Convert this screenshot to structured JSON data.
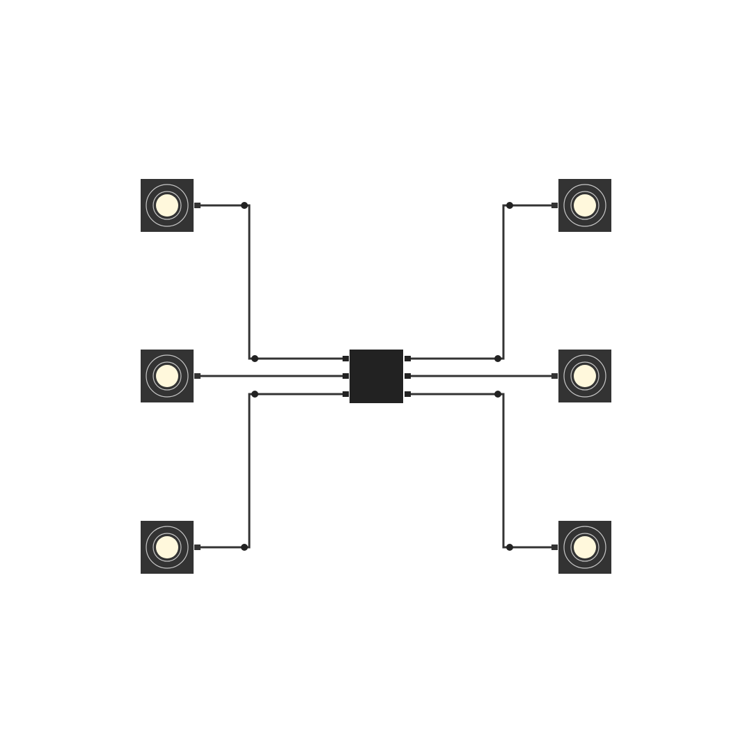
{
  "diagram": {
    "hub": {
      "name": "central-hub",
      "port_count_per_side": 3
    },
    "nodes": [
      {
        "id": "top-left",
        "side": "left",
        "row": "top"
      },
      {
        "id": "middle-left",
        "side": "left",
        "row": "middle"
      },
      {
        "id": "bottom-left",
        "side": "left",
        "row": "bottom"
      },
      {
        "id": "top-right",
        "side": "right",
        "row": "top"
      },
      {
        "id": "middle-right",
        "side": "right",
        "row": "middle"
      },
      {
        "id": "bottom-right",
        "side": "right",
        "row": "bottom"
      }
    ],
    "connections": [
      {
        "from": "top-left",
        "to": "hub",
        "hub_port": "left-top",
        "routing": "elbow"
      },
      {
        "from": "middle-left",
        "to": "hub",
        "hub_port": "left-middle",
        "routing": "straight"
      },
      {
        "from": "bottom-left",
        "to": "hub",
        "hub_port": "left-bottom",
        "routing": "elbow"
      },
      {
        "from": "top-right",
        "to": "hub",
        "hub_port": "right-top",
        "routing": "elbow"
      },
      {
        "from": "middle-right",
        "to": "hub",
        "hub_port": "right-middle",
        "routing": "straight"
      },
      {
        "from": "bottom-right",
        "to": "hub",
        "hub_port": "right-bottom",
        "routing": "elbow"
      }
    ],
    "colors": {
      "background": "#ffffff",
      "node_body": "#333333",
      "hub_body": "#222222",
      "wire": "#333333",
      "port": "#222222",
      "lens_fill": "#fff8dc",
      "lens_ring": "#c8c8c8"
    },
    "icons": {
      "node": "light-lens-icon",
      "junction": "junction-dot-icon"
    }
  }
}
